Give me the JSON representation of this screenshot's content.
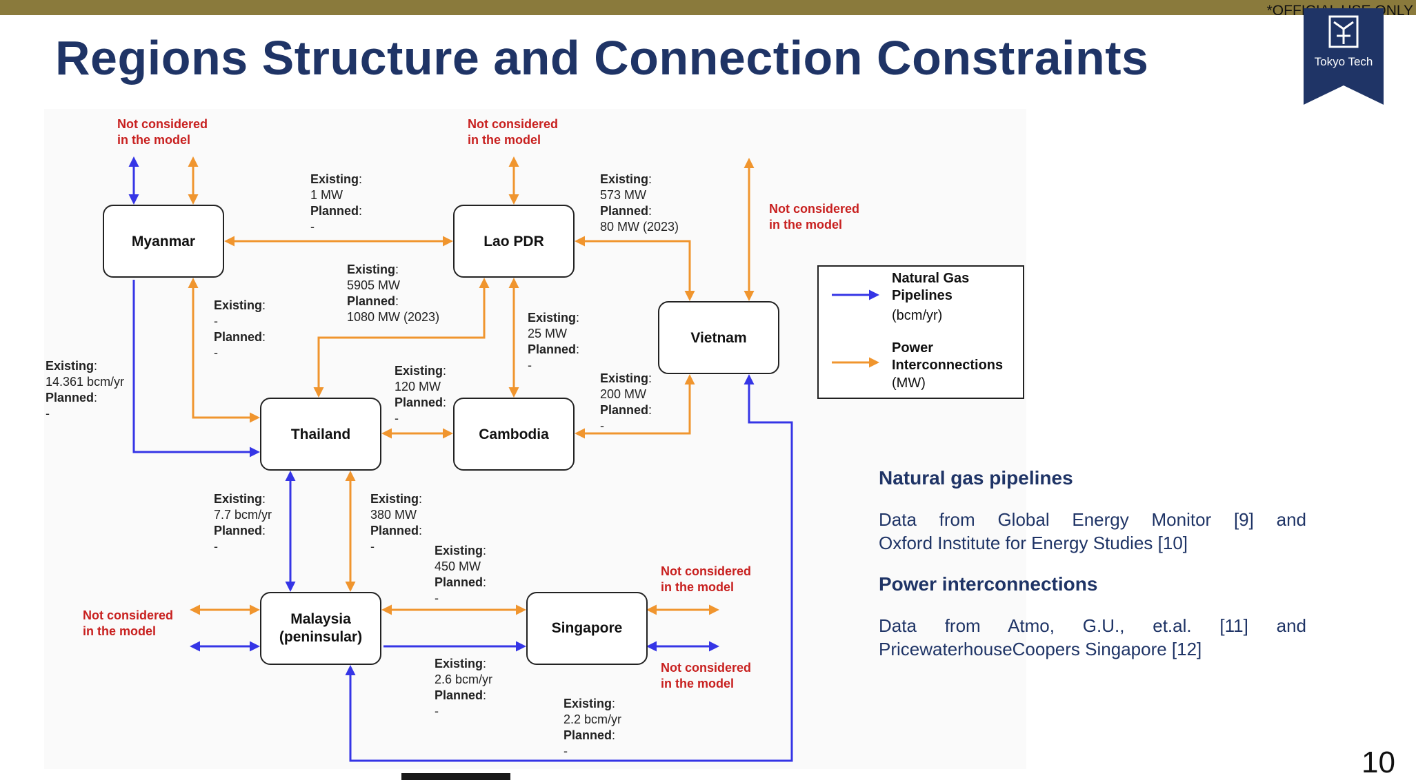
{
  "header": {
    "title": "Regions Structure and Connection Constraints",
    "official_note": "*OFFICIAL USE ONLY",
    "logo_text": "Tokyo Tech",
    "page_number": "10"
  },
  "colors": {
    "pipeline": "#3535e6",
    "power": "#f0952e",
    "note_red": "#c8201f",
    "title_navy": "#1f3466"
  },
  "diagram": {
    "nodes": {
      "myanmar": "Myanmar",
      "lao": "Lao PDR",
      "vietnam": "Vietnam",
      "thailand": "Thailand",
      "cambodia": "Cambodia",
      "malaysia_1": "Malaysia",
      "malaysia_2": "(peninsular)",
      "singapore": "Singapore"
    },
    "not_considered": [
      "Not considered",
      "in the model"
    ],
    "labels": {
      "existing": "Existing",
      "planned": "Planned",
      "colon": ":",
      "dash": "-"
    },
    "links": {
      "mm_lao": {
        "existing": "1 MW",
        "planned": "-"
      },
      "lao_vn": {
        "existing": "573 MW",
        "planned": "80 MW (2023)"
      },
      "lao_th": {
        "existing": "5905 MW",
        "planned": "1080 MW (2023)"
      },
      "mm_th_power": {
        "existing": "-",
        "planned": "-"
      },
      "lao_kh": {
        "existing": "25 MW",
        "planned": "-"
      },
      "mm_th_gas": {
        "existing": "14.361 bcm/yr",
        "planned": "-"
      },
      "th_kh": {
        "existing": "120 MW",
        "planned": "-"
      },
      "kh_vn": {
        "existing": "200 MW",
        "planned": "-"
      },
      "th_my_gas": {
        "existing": "7.7 bcm/yr",
        "planned": "-"
      },
      "th_my_power": {
        "existing": "380 MW",
        "planned": "-"
      },
      "my_sg_power": {
        "existing": "450 MW",
        "planned": "-"
      },
      "my_sg_gas": {
        "existing": "2.6 bcm/yr",
        "planned": "-"
      },
      "vn_my_gas": {
        "existing": "2.2 bcm/yr",
        "planned": "-"
      }
    },
    "legend": {
      "gas_1": "Natural Gas",
      "gas_2": "Pipelines",
      "gas_unit": "(bcm/yr)",
      "power_1": "Power",
      "power_2": "Interconnections",
      "power_unit": "(MW)"
    }
  },
  "sources": {
    "gas_heading": "Natural gas pipelines",
    "gas_line1": "Data from Global Energy Monitor [9] and",
    "gas_line2": "Oxford Institute for Energy Studies [10]",
    "power_heading": "Power interconnections",
    "power_line1": "Data from Atmo, G.U., et.al. [11] and",
    "power_line2": "PricewaterhouseCoopers Singapore [12]"
  }
}
